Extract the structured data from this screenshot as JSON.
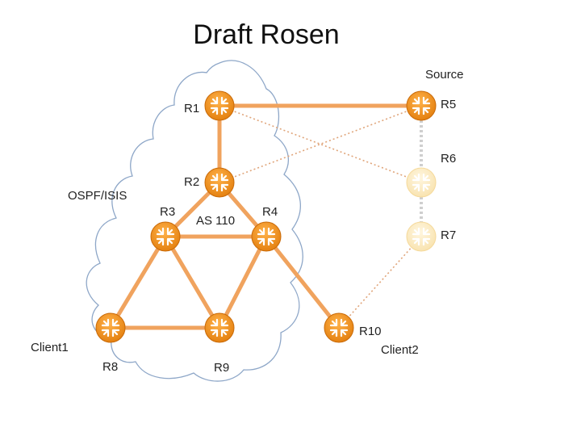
{
  "title": "Draft Rosen",
  "labels": {
    "source": "Source",
    "ospf_isis": "OSPF/ISIS",
    "as": "AS 110",
    "client1": "Client1",
    "client2": "Client2"
  },
  "routers": [
    {
      "id": "R1",
      "label": "R1",
      "faded": false
    },
    {
      "id": "R2",
      "label": "R2",
      "faded": false
    },
    {
      "id": "R3",
      "label": "R3",
      "faded": false
    },
    {
      "id": "R4",
      "label": "R4",
      "faded": false
    },
    {
      "id": "R5",
      "label": "R5",
      "faded": false
    },
    {
      "id": "R6",
      "label": "R6",
      "faded": true
    },
    {
      "id": "R7",
      "label": "R7",
      "faded": true
    },
    {
      "id": "R8",
      "label": "R8",
      "faded": false
    },
    {
      "id": "R9",
      "label": "R9",
      "faded": false
    },
    {
      "id": "R10",
      "label": "R10",
      "faded": false
    }
  ],
  "links": [
    {
      "from": "R1",
      "to": "R5",
      "style": "solid"
    },
    {
      "from": "R1",
      "to": "R2",
      "style": "solid"
    },
    {
      "from": "R2",
      "to": "R3",
      "style": "solid"
    },
    {
      "from": "R2",
      "to": "R4",
      "style": "solid"
    },
    {
      "from": "R3",
      "to": "R4",
      "style": "solid"
    },
    {
      "from": "R3",
      "to": "R8",
      "style": "solid"
    },
    {
      "from": "R3",
      "to": "R9",
      "style": "solid"
    },
    {
      "from": "R4",
      "to": "R9",
      "style": "solid"
    },
    {
      "from": "R4",
      "to": "R10",
      "style": "solid"
    },
    {
      "from": "R8",
      "to": "R9",
      "style": "solid"
    },
    {
      "from": "R1",
      "to": "R6",
      "style": "dotted"
    },
    {
      "from": "R5",
      "to": "R2",
      "style": "dotted"
    },
    {
      "from": "R5",
      "to": "R6",
      "style": "dotted-gray"
    },
    {
      "from": "R6",
      "to": "R7",
      "style": "dotted-gray"
    },
    {
      "from": "R7",
      "to": "R10",
      "style": "dotted"
    }
  ],
  "colors": {
    "router": "#f0921e",
    "router_faded": "#fbe7b8",
    "link": "#f0a35e",
    "cloud_stroke": "#8ea7c8"
  }
}
